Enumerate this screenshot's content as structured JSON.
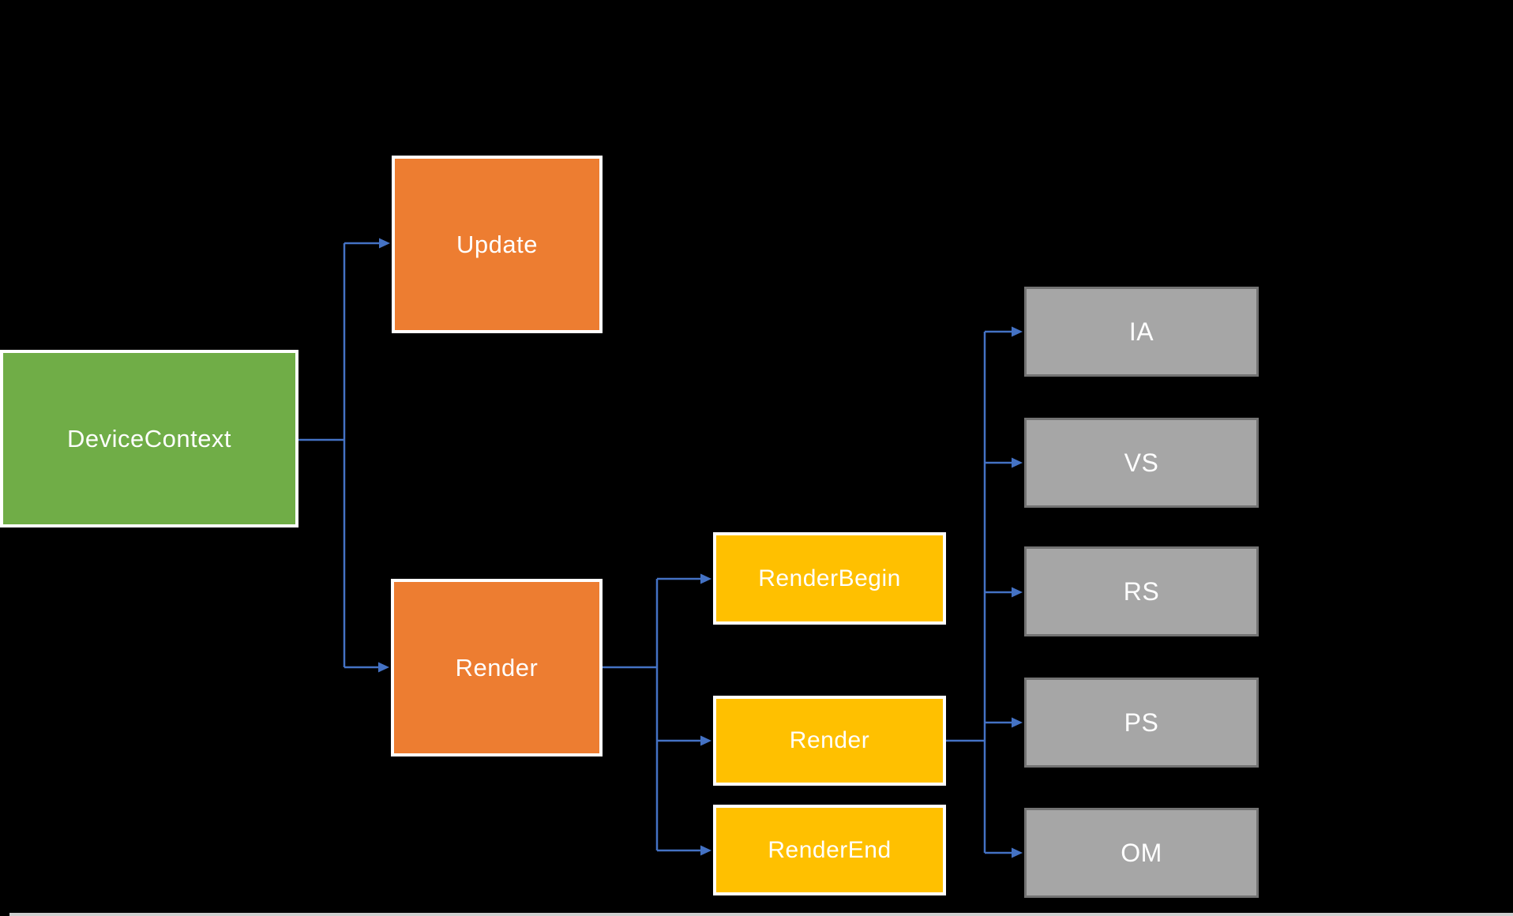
{
  "canvas": {
    "background": "#000000",
    "bottom_strip_color": "#cfcfcf"
  },
  "connector": {
    "color": "#4472C4",
    "style": "elbow-with-arrowhead"
  },
  "nodes": {
    "device_context": {
      "label": "DeviceContext",
      "fill": "#70AD47",
      "border": "#FFFFFF",
      "text_color": "#FFFFFF"
    },
    "update": {
      "label": "Update",
      "fill": "#ED7D31",
      "border": "#FFFFFF",
      "text_color": "#FFFFFF"
    },
    "render": {
      "label": "Render",
      "fill": "#ED7D31",
      "border": "#FFFFFF",
      "text_color": "#FFFFFF"
    },
    "render_begin": {
      "label": "RenderBegin",
      "fill": "#FFC000",
      "border": "#FFFFFF",
      "text_color": "#FFFFFF"
    },
    "render_call": {
      "label": "Render",
      "fill": "#FFC000",
      "border": "#FFFFFF",
      "text_color": "#FFFFFF"
    },
    "render_end": {
      "label": "RenderEnd",
      "fill": "#FFC000",
      "border": "#FFFFFF",
      "text_color": "#FFFFFF"
    },
    "ia": {
      "label": "IA",
      "fill": "#A6A6A6",
      "border": "#737373",
      "text_color": "#FFFFFF"
    },
    "vs": {
      "label": "VS",
      "fill": "#A6A6A6",
      "border": "#737373",
      "text_color": "#FFFFFF"
    },
    "rs": {
      "label": "RS",
      "fill": "#A6A6A6",
      "border": "#737373",
      "text_color": "#FFFFFF"
    },
    "ps": {
      "label": "PS",
      "fill": "#A6A6A6",
      "border": "#737373",
      "text_color": "#FFFFFF"
    },
    "om": {
      "label": "OM",
      "fill": "#A6A6A6",
      "border": "#737373",
      "text_color": "#FFFFFF"
    }
  },
  "edges": [
    {
      "from": "device_context",
      "to": "update"
    },
    {
      "from": "device_context",
      "to": "render"
    },
    {
      "from": "render",
      "to": "render_begin"
    },
    {
      "from": "render",
      "to": "render_call"
    },
    {
      "from": "render",
      "to": "render_end"
    },
    {
      "from": "render_call",
      "to": "ia"
    },
    {
      "from": "render_call",
      "to": "vs"
    },
    {
      "from": "render_call",
      "to": "rs"
    },
    {
      "from": "render_call",
      "to": "ps"
    },
    {
      "from": "render_call",
      "to": "om"
    }
  ]
}
